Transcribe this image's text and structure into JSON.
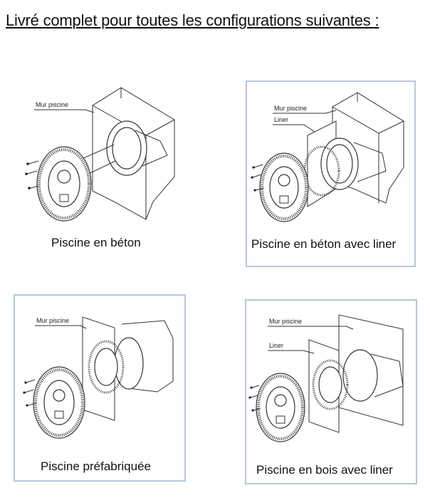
{
  "title": "Livré complet pour toutes les configurations suivantes :",
  "panels": [
    {
      "caption": "Piscine en béton",
      "labels": [
        "Mur piscine"
      ]
    },
    {
      "caption": "Piscine en béton avec liner",
      "labels": [
        "Mur piscine",
        "Liner"
      ]
    },
    {
      "caption": "Piscine préfabriquée",
      "labels": [
        "Mur piscine"
      ]
    },
    {
      "caption": "Piscine en bois avec liner",
      "labels": [
        "Mur piscine",
        "Liner"
      ]
    }
  ],
  "colors": {
    "panel_border": "#b4c7dc",
    "text": "#111111"
  }
}
